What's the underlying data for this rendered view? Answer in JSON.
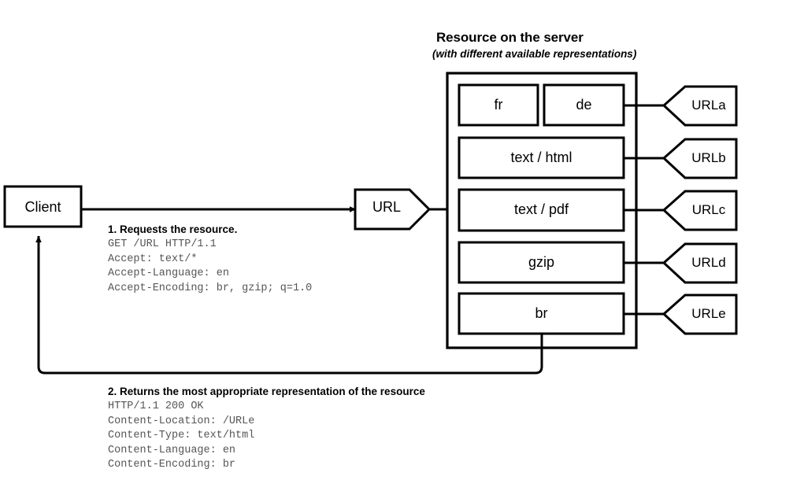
{
  "diagram": {
    "title": "Resource on the server",
    "subtitle": "(with different available representations)"
  },
  "client": {
    "label": "Client"
  },
  "url_tag": {
    "label": "URL"
  },
  "representations": [
    {
      "label": "fr"
    },
    {
      "label": "de"
    },
    {
      "label": "text / html"
    },
    {
      "label": "text / pdf"
    },
    {
      "label": "gzip"
    },
    {
      "label": "br"
    }
  ],
  "url_variants": [
    {
      "label": "URLa"
    },
    {
      "label": "URLb"
    },
    {
      "label": "URLc"
    },
    {
      "label": "URLd"
    },
    {
      "label": "URLe"
    }
  ],
  "request": {
    "heading": "1. Requests the resource.",
    "lines": "GET /URL HTTP/1.1\nAccept: text/*\nAccept-Language: en\nAccept-Encoding: br, gzip; q=1.0"
  },
  "response": {
    "heading": "2. Returns the most appropriate representation of the resource",
    "lines": "HTTP/1.1 200 OK\nContent-Location: /URLe\nContent-Type: text/html\nContent-Language: en\nContent-Encoding: br"
  },
  "colors": {
    "stroke": "#000000",
    "background": "#ffffff",
    "code_text": "#555555"
  }
}
